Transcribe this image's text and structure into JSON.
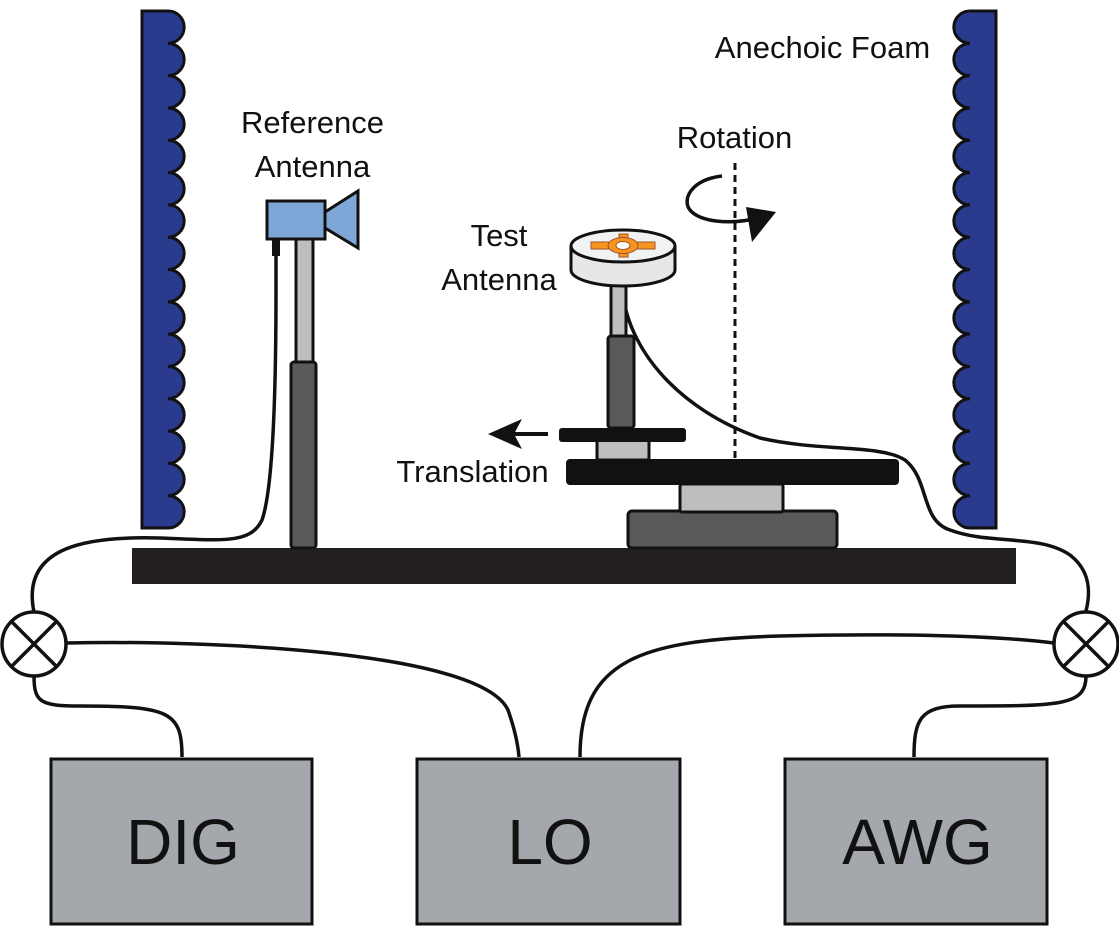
{
  "labels": {
    "anechoic_foam": "Anechoic Foam",
    "reference_antenna": [
      "Reference",
      "Antenna"
    ],
    "test_antenna": [
      "Test",
      "Antenna"
    ],
    "rotation": "Rotation",
    "translation": "Translation"
  },
  "instruments": {
    "dig": "DIG",
    "lo": "LO",
    "awg": "AWG"
  },
  "colors": {
    "foam": "#2a3a8c",
    "horn": "#7ea6d6",
    "instrument_box": "#a4a7ab",
    "table": "#231f20",
    "stand_dark": "#58595b",
    "stand_light": "#bcbec0",
    "patch": "#f7941d"
  }
}
